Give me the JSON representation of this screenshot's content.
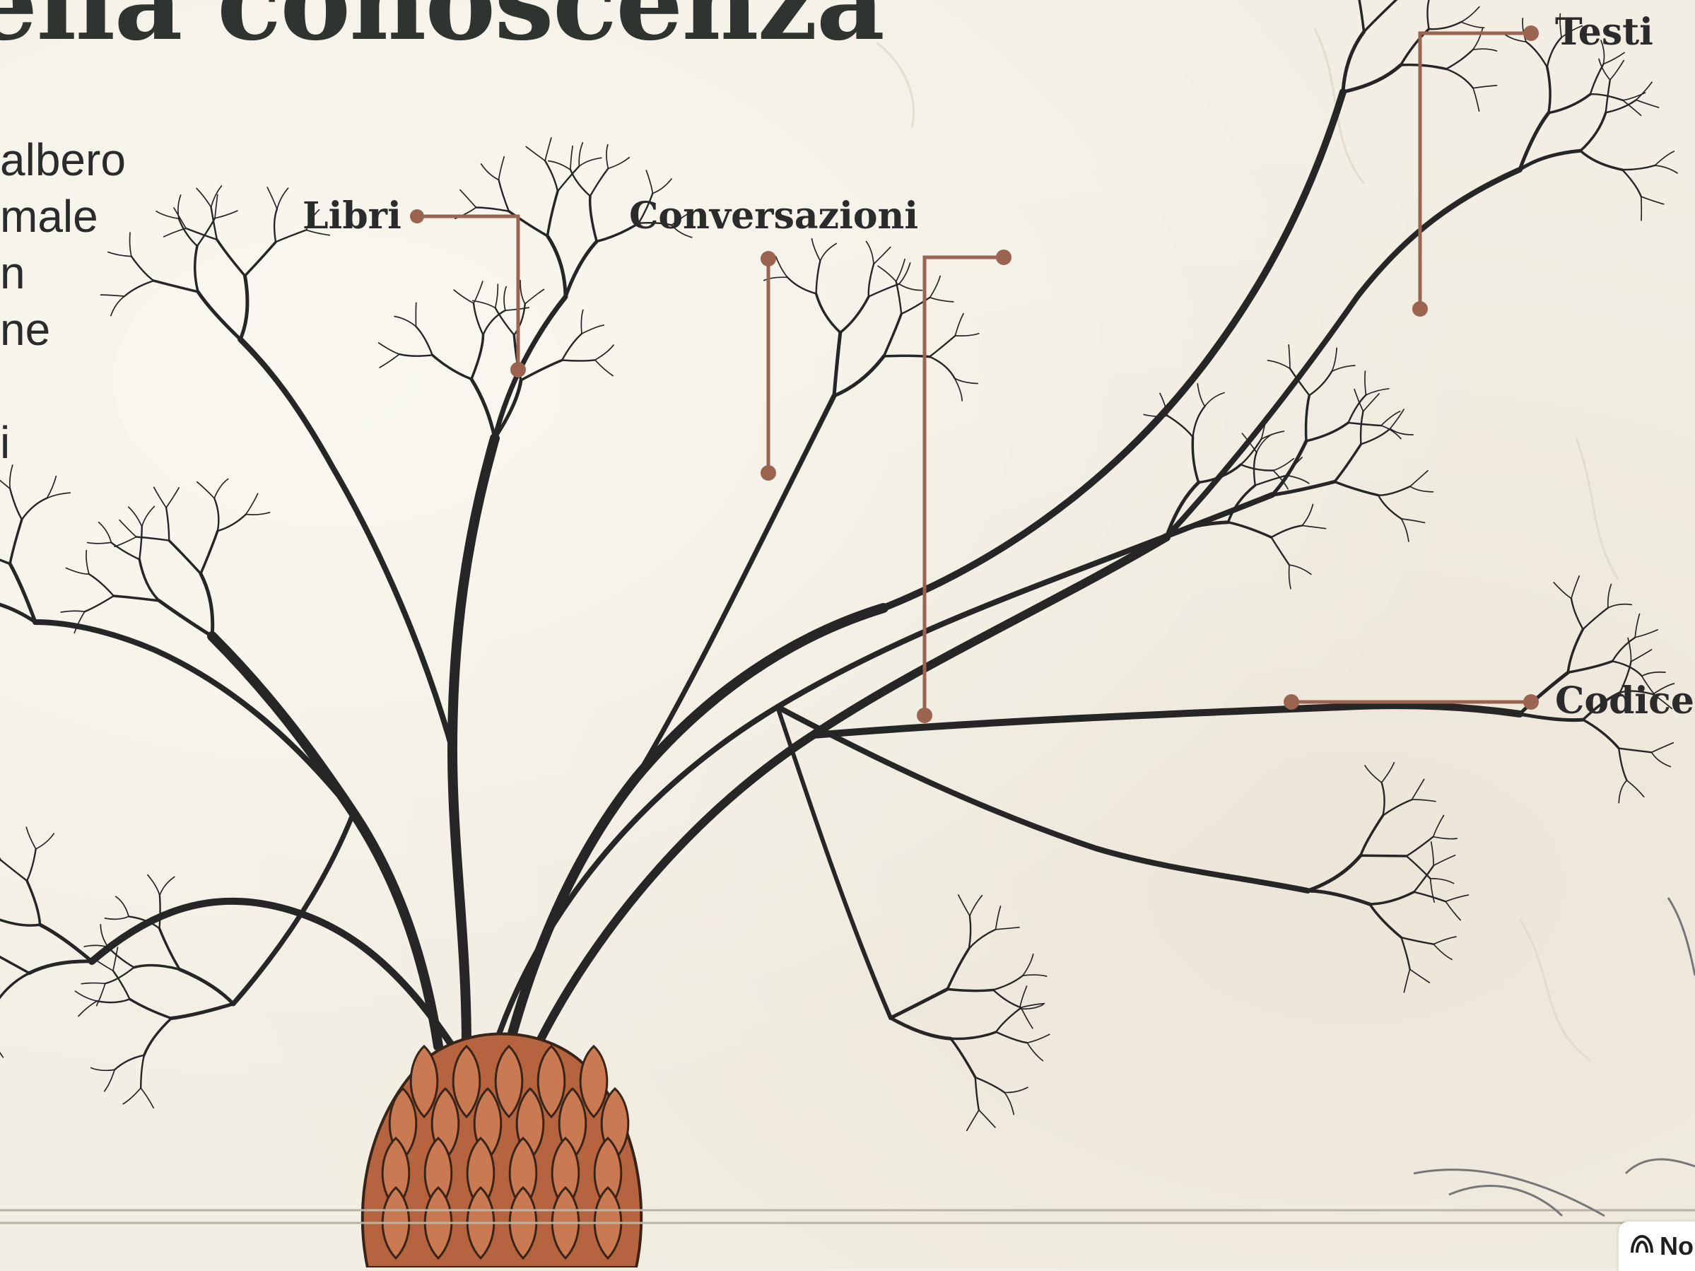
{
  "title": "ella conoscenza",
  "intro_lines": [
    "albero",
    "male",
    "n",
    "ne",
    "i"
  ],
  "labels": {
    "libri": "Libri",
    "conversazioni": "Conversazioni",
    "testi": "Testi",
    "codice": "Codice"
  },
  "badge": {
    "text": "No",
    "icon": "notebook-logo-icon"
  },
  "colors": {
    "background": "#f2eee3",
    "ink": "#2b2b2b",
    "callout": "#9b6450",
    "seed": "#b5643f"
  }
}
